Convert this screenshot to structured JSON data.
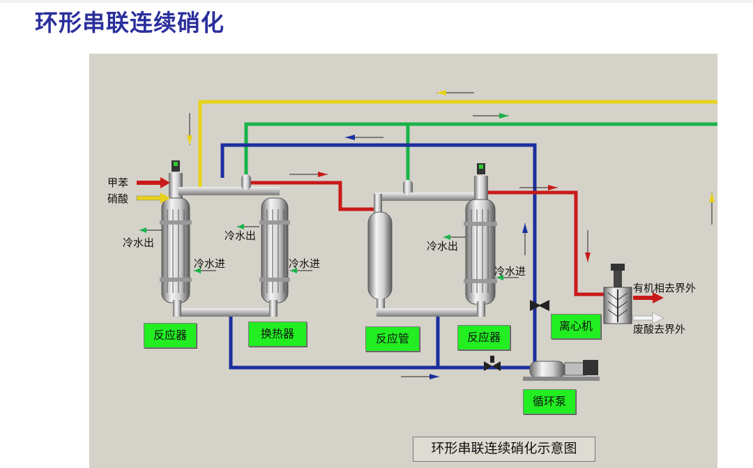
{
  "slide": {
    "title": "环形串联连续硝化"
  },
  "labels": {
    "reactor1": "反应器",
    "exchanger": "换热器",
    "tube_reactor": "反应管",
    "reactor2": "反应器",
    "centrifuge": "离心机",
    "pump": "循环泵"
  },
  "streams": {
    "toluene": "甲苯",
    "nitric_acid": "硝酸",
    "cw_out_1": "冷水出",
    "cw_in_1": "冷水进",
    "cw_out_2": "冷水出",
    "cw_in_2": "冷水进",
    "cw_out_3": "冷水出",
    "cw_in_3": "冷水进",
    "organic_out": "有机相去界外",
    "waste_acid_out": "废酸去界外"
  },
  "caption": "环形串联连续硝化示意图",
  "colors": {
    "title": "#2a2f9c",
    "panel_bg": "#d5d2c9",
    "label_green": "#22ee22",
    "line_yellow": "#e8d21a",
    "line_green": "#19b34a",
    "line_blue": "#1b2f9e",
    "line_red": "#c81a1a"
  }
}
